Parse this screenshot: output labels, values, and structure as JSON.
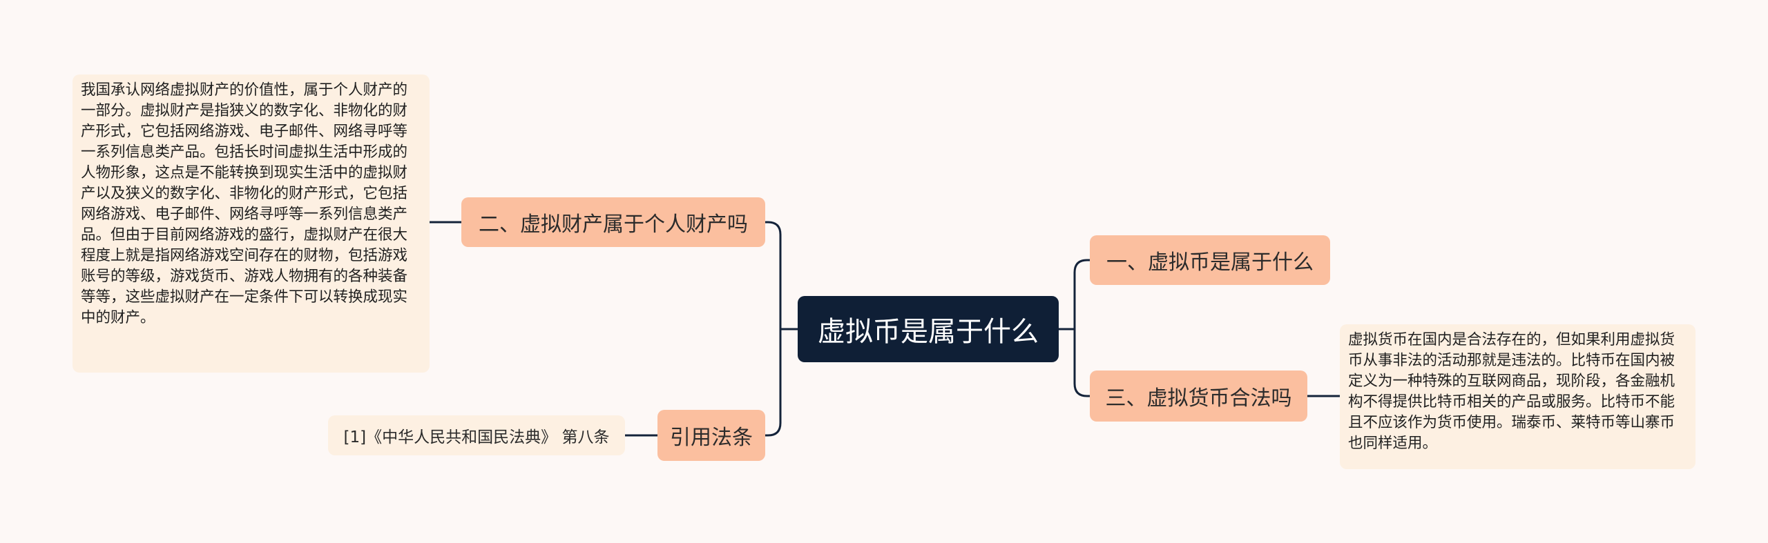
{
  "root": {
    "label": "虚拟币是属于什么"
  },
  "branches": [
    {
      "label": "二、虚拟财产属于个人财产吗",
      "detail": "我国承认网络虚拟财产的价值性，属于个人财产的一部分。虚拟财产是指狭义的数字化、非物化的财产形式，它包括网络游戏、电子邮件、网络寻呼等一系列信息类产品。包括长时间虚拟生活中形成的人物形象，这点是不能转换到现实生活中的虚拟财产以及狭义的数字化、非物化的财产形式，它包括网络游戏、电子邮件、网络寻呼等一系列信息类产品。但由于目前网络游戏的盛行，虚拟财产在很大程度上就是指网络游戏空间存在的财物，包括游戏账号的等级，游戏货币、游戏人物拥有的各种装备等等，这些虚拟财产在一定条件下可以转换成现实中的财产。"
    },
    {
      "label": "引用法条",
      "detail": "[1]《中华人民共和国民法典》 第八条"
    },
    {
      "label": "一、虚拟币是属于什么"
    },
    {
      "label": "三、虚拟货币合法吗",
      "detail": "虚拟货币在国内是合法存在的，但如果利用虚拟货币从事非法的活动那就是违法的。比特币在国内被定义为一种特殊的互联网商品，现阶段，各金融机构不得提供比特币相关的产品或服务。比特币不能且不应该作为货币使用。瑞泰币、莱特币等山寨币也同样适用。"
    }
  ],
  "colors": {
    "background": "#fdf8f6",
    "root_fill": "#0f1f36",
    "root_text": "#ffffff",
    "branch_fill": "#fbbf9f",
    "leaf_fill": "#fdf0e2",
    "connector": "#14233a"
  }
}
